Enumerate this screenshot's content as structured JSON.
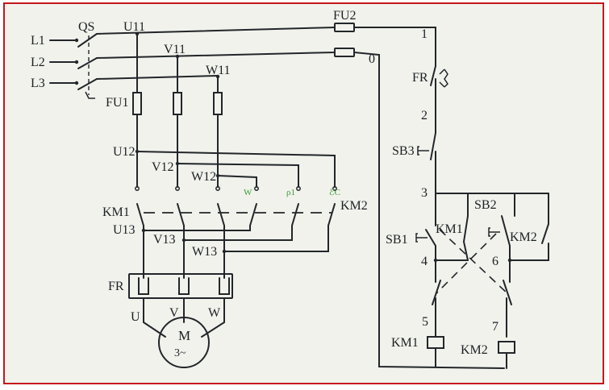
{
  "diagram": {
    "supply": {
      "l1": "L1",
      "l2": "L2",
      "l3": "L3",
      "qs": "QS"
    },
    "nodes": {
      "u11": "U11",
      "v11": "V11",
      "w11": "W11",
      "u12": "U12",
      "v12": "V12",
      "w12": "W12",
      "u13": "U13",
      "v13": "V13",
      "w13": "W13",
      "u": "U",
      "v": "V",
      "w": "W"
    },
    "components": {
      "fu1": "FU1",
      "fu2": "FU2",
      "km1": "KM1",
      "km2": "KM2",
      "fr": "FR",
      "motor_m": "M",
      "motor_phase": "3~",
      "sb1": "SB1",
      "sb2": "SB2",
      "sb3": "SB3"
    },
    "control": {
      "n0": "0",
      "n1": "1",
      "n2": "2",
      "n3": "3",
      "n4": "4",
      "n5": "5",
      "n6": "6",
      "n7": "7"
    },
    "faint_labels": {
      "a": "W",
      "b": "ρ1",
      "c": "ℰC"
    },
    "colors": {
      "frame_border": "#c4161c",
      "ink": "#22262a",
      "paper": "#f1f2ec"
    }
  }
}
